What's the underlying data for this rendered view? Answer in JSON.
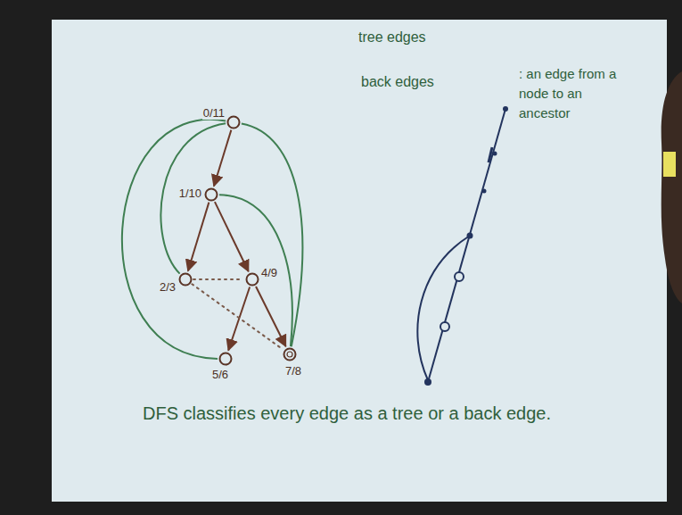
{
  "diagram": {
    "caption": "DFS classifies every edge as a tree or a back edge.",
    "nodes": [
      {
        "text": [
          "0/11"
        ]
      },
      {
        "text": [
          "1/10"
        ]
      },
      {
        "text": [
          "2/3"
        ]
      },
      {
        "text": [
          "4/9"
        ]
      },
      {
        "text": [
          "5/6"
        ]
      },
      {
        "text": [
          "7/8"
        ]
      }
    ],
    "edges": [
      {
        "from": 0,
        "to": 1,
        "arrow": "to"
      },
      {
        "from": 1,
        "to": 2,
        "arrow": "to"
      },
      {
        "from": 1,
        "to": 3,
        "arrow": "to"
      },
      {
        "from": 3,
        "to": 4,
        "arrow": "to"
      },
      {
        "from": 3,
        "to": 5,
        "arrow": "to"
      },
      {
        "from": 2,
        "to": 0,
        "arrow": "none"
      },
      {
        "from": 4,
        "to": 0,
        "arrow": "none"
      },
      {
        "from": 5,
        "to": 0,
        "arrow": "none"
      },
      {
        "from": 5,
        "to": 1,
        "arrow": "none"
      },
      {
        "from": 2,
        "to": 3,
        "arrow": "none"
      },
      {
        "from": 2,
        "to": 5,
        "arrow": "none"
      }
    ],
    "labels": [
      "tree edges",
      "back edges",
      ": an edge from a node to an ancestor"
    ]
  }
}
